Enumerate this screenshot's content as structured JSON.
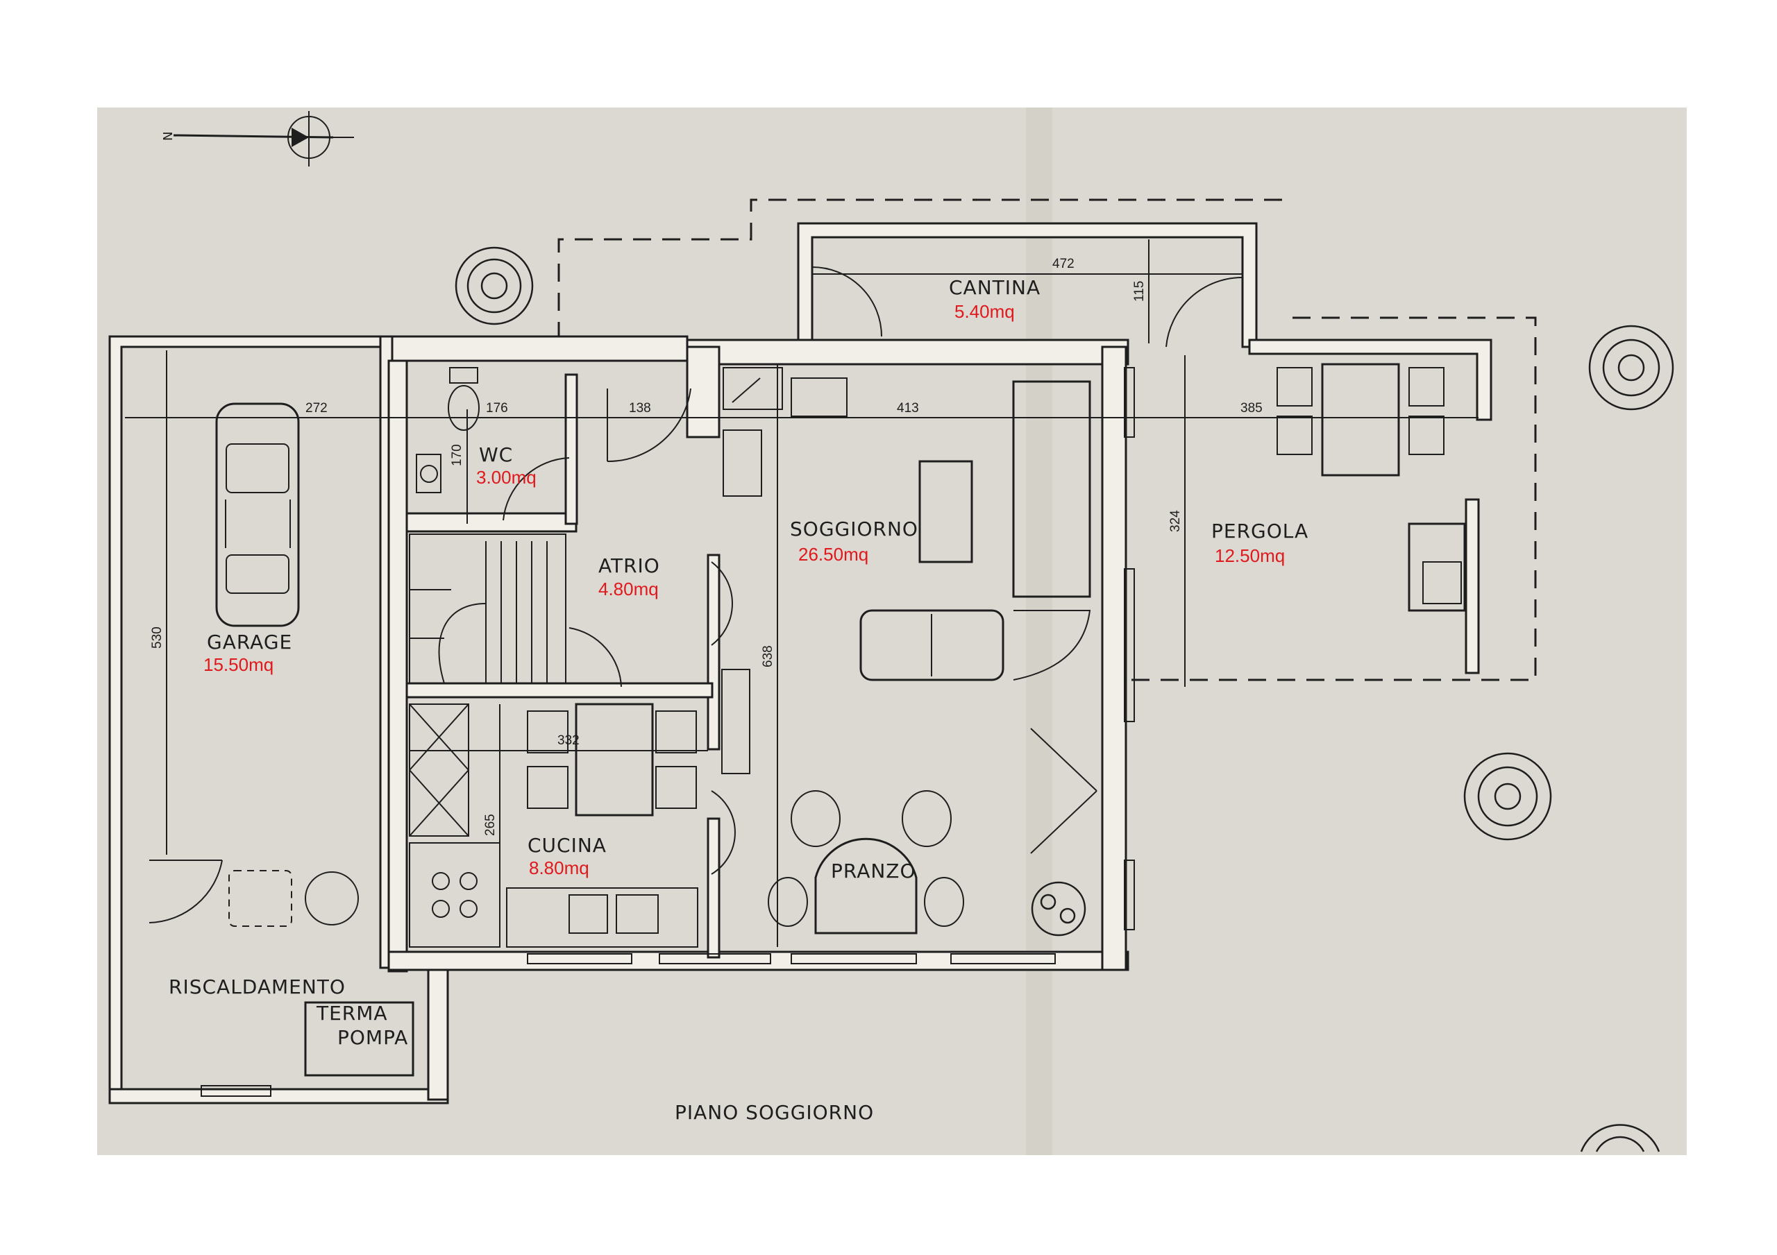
{
  "rooms": {
    "garage": {
      "name": "GARAGE",
      "area": "15.50mq"
    },
    "wc": {
      "name": "WC",
      "area": "3.00mq"
    },
    "atrio": {
      "name": "ATRIO",
      "area": "4.80mq"
    },
    "soggiorno": {
      "name": "SOGGIORNO",
      "area": "26.50mq"
    },
    "cantina": {
      "name": "CANTINA",
      "area": "5.40mq"
    },
    "pergola": {
      "name": "PERGOLA",
      "area": "12.50mq"
    },
    "cucina": {
      "name": "CUCINA",
      "area": "8.80mq"
    },
    "pranzo": {
      "name": "PRANZO"
    },
    "riscaldamento": {
      "name": "RISCALDAMENTO"
    }
  },
  "equipment": {
    "line1": "TERMA",
    "line2": "POMPA"
  },
  "plan_title": "PIANO SOGGIORNO",
  "compass": {
    "label": "N"
  },
  "dimensions": {
    "garage_width": "272",
    "garage_depth": "530",
    "wc_width": "176",
    "wc_depth": "170",
    "atrio_width": "138",
    "soggiorno_width": "413",
    "soggiorno_depth": "638",
    "cantina_width": "472",
    "cantina_depth": "115",
    "pergola_width": "385",
    "pergola_depth": "324",
    "cucina_width": "332",
    "cucina_depth": "265"
  },
  "colors": {
    "paper": "#dcd9d2",
    "area_text": "#e0191d",
    "ink": "#1e1e1e"
  }
}
